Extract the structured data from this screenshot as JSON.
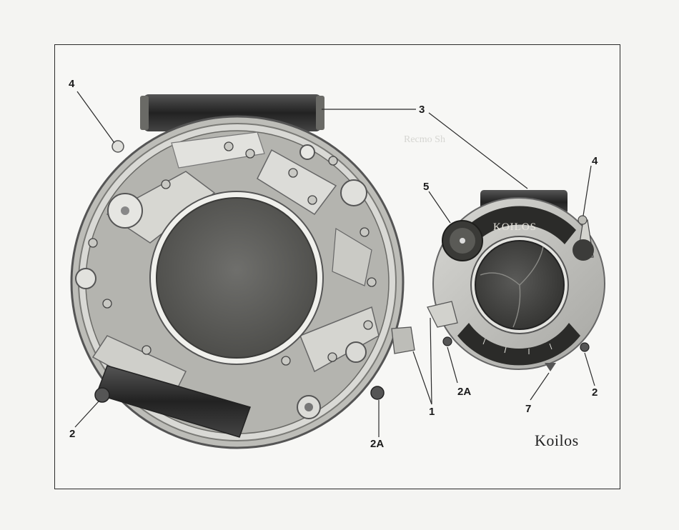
{
  "caption": "Koilos",
  "faint_text": "Recmo Sh",
  "brand_text": "KOILOS",
  "callouts": {
    "l1": "1",
    "l2_left": "2",
    "l2_right": "2",
    "l2a_left": "2A",
    "l2a_right": "2A",
    "l3": "3",
    "l4_left": "4",
    "l4_right": "4",
    "l5": "5",
    "l7": "7"
  }
}
